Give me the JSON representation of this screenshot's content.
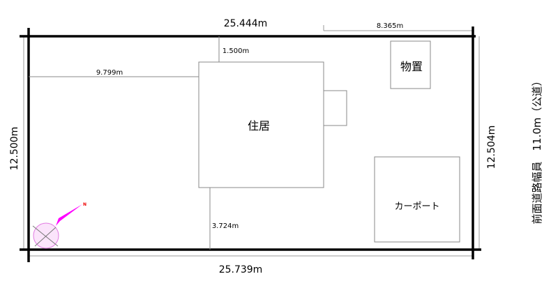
{
  "dimensions": {
    "top": "25.444m",
    "top_right": "8.365m",
    "bottom": "25.739m",
    "left": "12.500m",
    "right": "12.504m",
    "house_top": "1.500m",
    "house_left": "9.799m",
    "house_bottom": "3.724m"
  },
  "buildings": {
    "house": "住居",
    "storage": "物置",
    "carport": "カーポート"
  },
  "road": "前面道路幅員　11.0m（公道）",
  "compass": {
    "north": "N",
    "color": "#ff00ff"
  }
}
